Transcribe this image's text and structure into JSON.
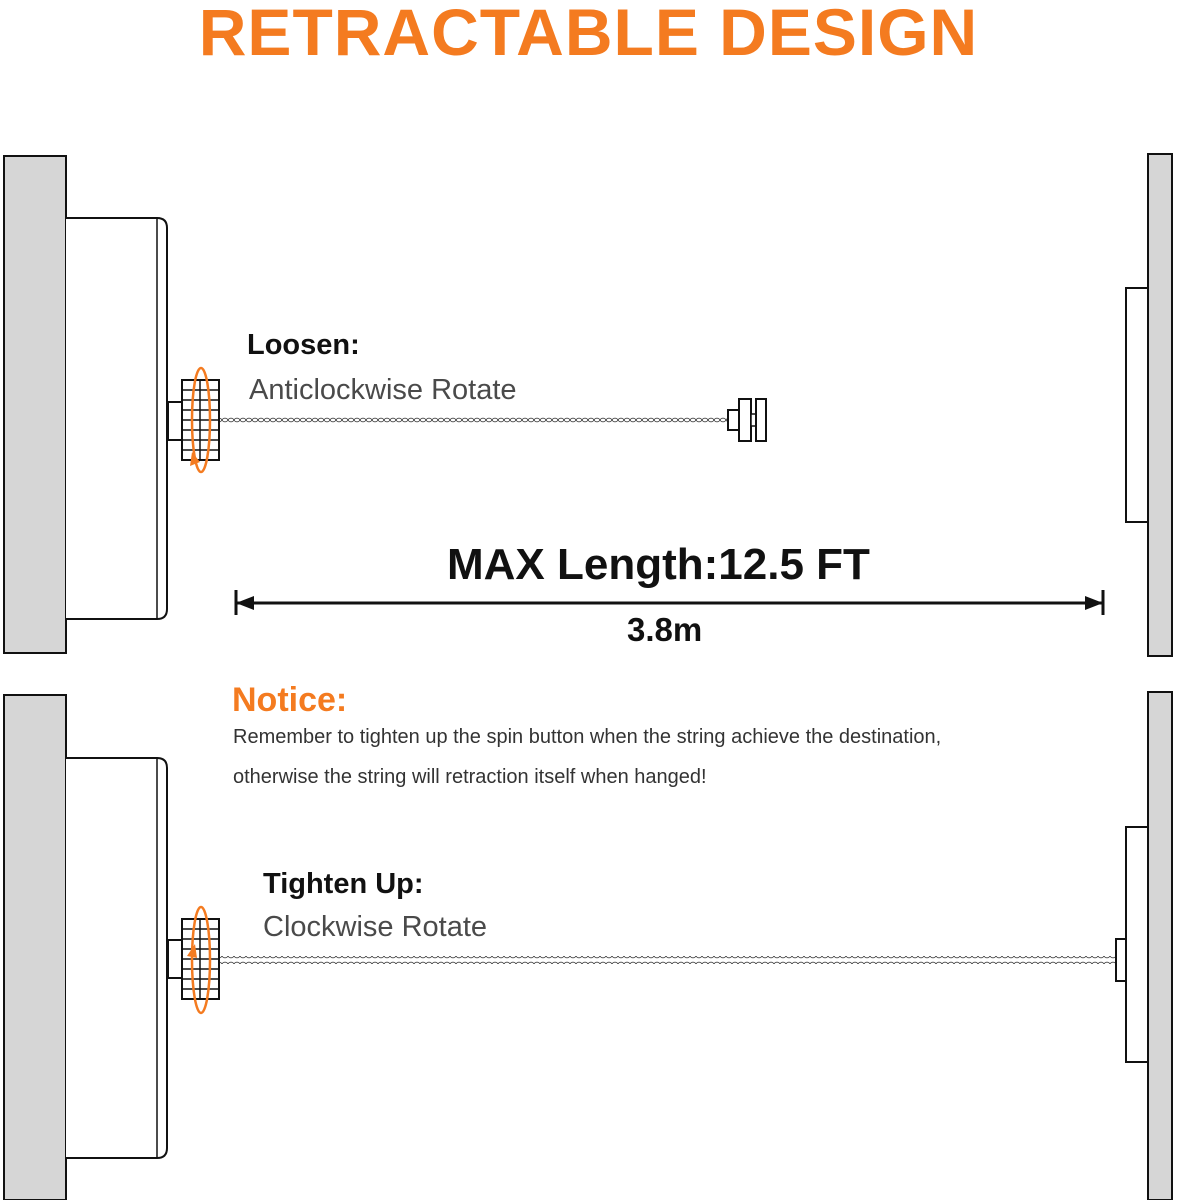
{
  "title": "RETRACTABLE DESIGN",
  "colors": {
    "accent": "#f47b20",
    "wall": "#d6d6d6",
    "line": "#111111"
  },
  "top_section": {
    "action_label": "Loosen:",
    "action_desc": "Anticlockwise Rotate"
  },
  "measurement": {
    "max_length": "MAX Length:12.5 FT",
    "metric": "3.8m"
  },
  "notice": {
    "heading": "Notice:",
    "line1": "Remember to tighten up the spin button when the string achieve the destination,",
    "line2": "otherwise the string will retraction itself when hanged!"
  },
  "bottom_section": {
    "action_label": "Tighten Up:",
    "action_desc": "Clockwise Rotate"
  },
  "icons": [
    "anticlockwise-arrow-icon",
    "clockwise-arrow-icon"
  ]
}
